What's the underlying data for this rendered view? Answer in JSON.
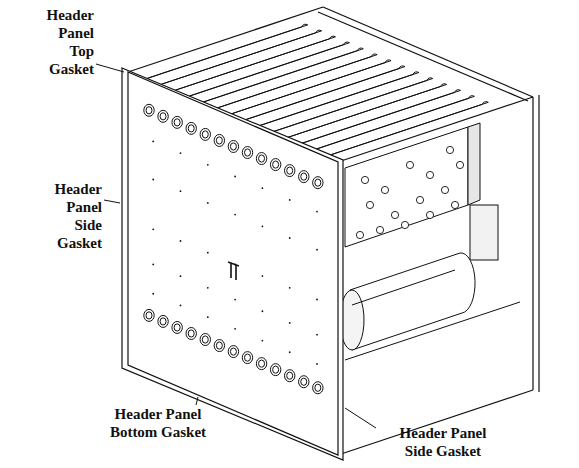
{
  "diagram": {
    "labels": [
      "Header Panel Top Gasket",
      "Header Panel Side Gasket",
      "Header Panel Bottom Gasket",
      "Header Panel Side Gasket"
    ]
  }
}
